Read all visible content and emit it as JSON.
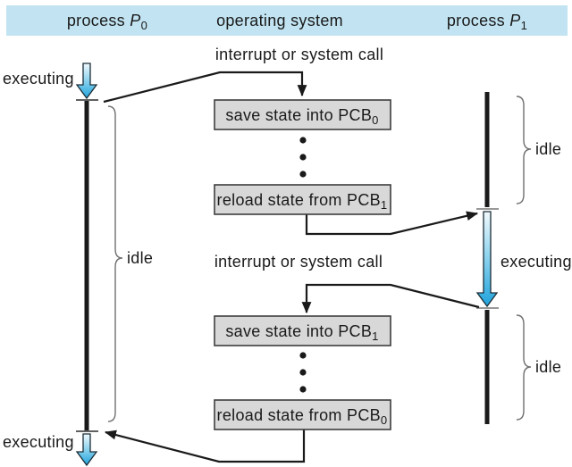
{
  "colors": {
    "header_bg": "#c2e4f2",
    "box_fill": "#d8d8d8",
    "box_border": "#3d3d3d",
    "line": "#1a1a1a",
    "brace": "#707070",
    "arrow_grad_top": "#f2fafd",
    "arrow_grad_mid": "#7fcdec",
    "arrow_grad_bottom": "#1fa3dd",
    "arrow_outline": "#1c2e38",
    "text": "#1a1a1a"
  },
  "header": {
    "columns": [
      {
        "prefix": "process ",
        "symbol": "P",
        "sub": "0"
      },
      {
        "label": "operating system"
      },
      {
        "prefix": "process ",
        "symbol": "P",
        "sub": "1"
      }
    ]
  },
  "timeline_p0": {
    "executing_top": "executing",
    "idle": "idle",
    "executing_bottom": "executing"
  },
  "timeline_p1": {
    "idle_top": "idle",
    "executing": "executing",
    "idle_bottom": "idle"
  },
  "os_column": {
    "interrupt_top": "interrupt or system call",
    "interrupt_bottom": "interrupt or system call",
    "boxes": [
      {
        "text": "save state into PCB",
        "sub": "0"
      },
      {
        "text": "reload state from PCB",
        "sub": "1"
      },
      {
        "text": "save state into PCB",
        "sub": "1"
      },
      {
        "text": "reload state from PCB",
        "sub": "0"
      }
    ]
  }
}
